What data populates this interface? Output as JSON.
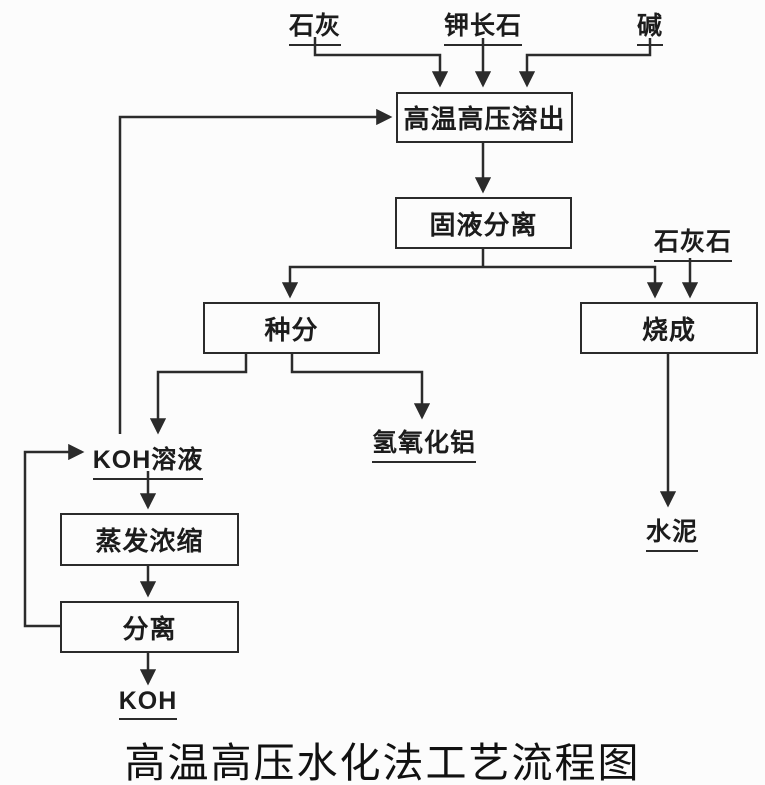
{
  "title": "高温高压水化法工艺流程图",
  "colors": {
    "line": "#2b2b2b",
    "background": "#fcfcfc",
    "text": "#1c1c1c"
  },
  "boxes": {
    "dissolution": {
      "label": "高温高压溶出"
    },
    "solid_liquid_separation": {
      "label": "固液分离"
    },
    "seed_precipitation": {
      "label": "种分"
    },
    "calcination": {
      "label": "烧成"
    },
    "evaporation": {
      "label": "蒸发浓缩"
    },
    "separation": {
      "label": "分离"
    }
  },
  "stream_labels": {
    "lime": {
      "label": "石灰"
    },
    "potassium_feldspar": {
      "label": "钾长石"
    },
    "alkali": {
      "label": "碱"
    },
    "limestone": {
      "label": "石灰石"
    },
    "aluminum_hydroxide": {
      "label": "氢氧化铝"
    },
    "koh_solution": {
      "label": "KOH溶液"
    },
    "koh": {
      "label": "KOH"
    },
    "cement": {
      "label": "水泥"
    }
  }
}
